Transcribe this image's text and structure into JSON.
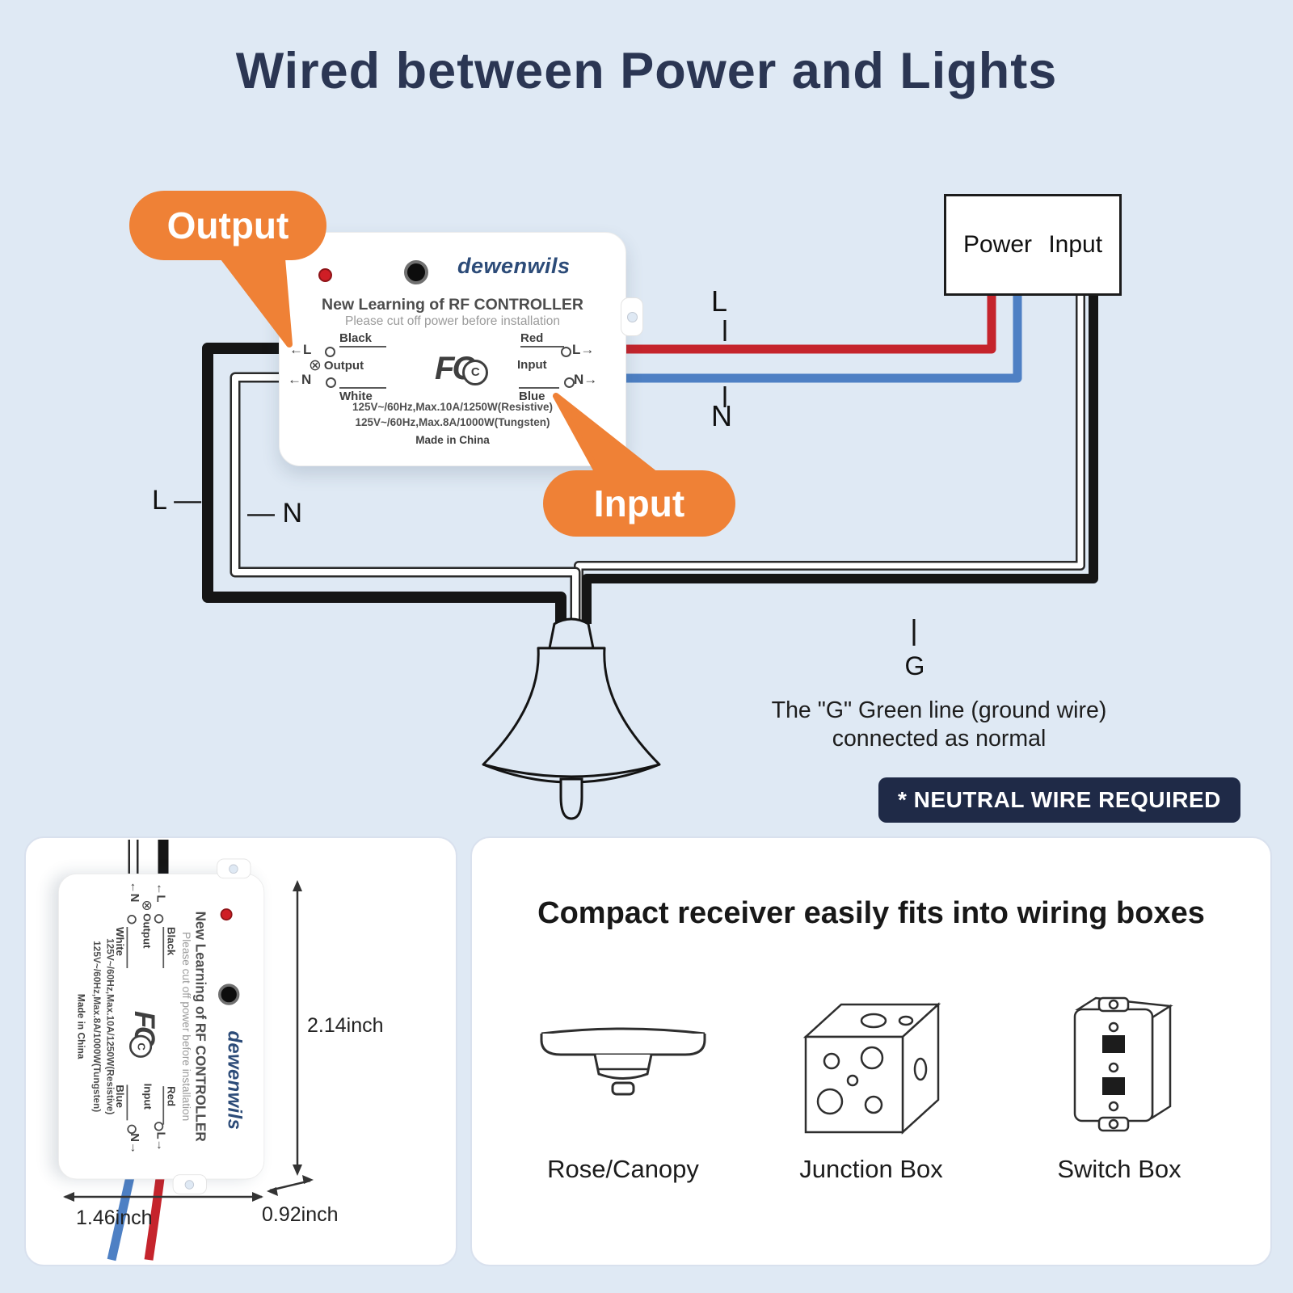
{
  "page": {
    "title": "Wired between Power and Lights"
  },
  "callouts": {
    "output": "Output",
    "input": "Input"
  },
  "power_box": {
    "label": "Power Input"
  },
  "device": {
    "brand": "dewenwils",
    "title": "New Learning of RF CONTROLLER",
    "subtitle": "Please cut off power before installation",
    "fcc_f": "F",
    "fcc_c": "C",
    "left": {
      "black": "Black",
      "l_arrow": "←L",
      "lamp_symbol": "⊗",
      "output": "Output",
      "n_arrow": "←N",
      "white": "White"
    },
    "right": {
      "red": "Red",
      "l_arrow": "L→",
      "input": "Input",
      "n_arrow": "N→",
      "blue": "Blue"
    },
    "rating_resistive": "125V~/60Hz,Max.10A/1250W(Resistive)",
    "rating_tungsten": "125V~/60Hz,Max.8A/1000W(Tungsten)",
    "made_in": "Made in China"
  },
  "wire_labels": {
    "line_l": "L",
    "line_n": "N",
    "lamp_l": "L —",
    "lamp_n": "— N"
  },
  "ground": {
    "g": "G",
    "note_line1": "The \"G\" Green line (ground wire)",
    "note_line2": "connected as normal"
  },
  "neutral_badge": "* NEUTRAL WIRE REQUIRED",
  "dimensions": {
    "height": "2.14inch",
    "width": "1.46inch",
    "depth": "0.92inch"
  },
  "fit_card": {
    "title": "Compact receiver easily fits into wiring boxes",
    "items": [
      {
        "label": "Rose/Canopy"
      },
      {
        "label": "Junction Box"
      },
      {
        "label": "Switch Box"
      }
    ]
  }
}
